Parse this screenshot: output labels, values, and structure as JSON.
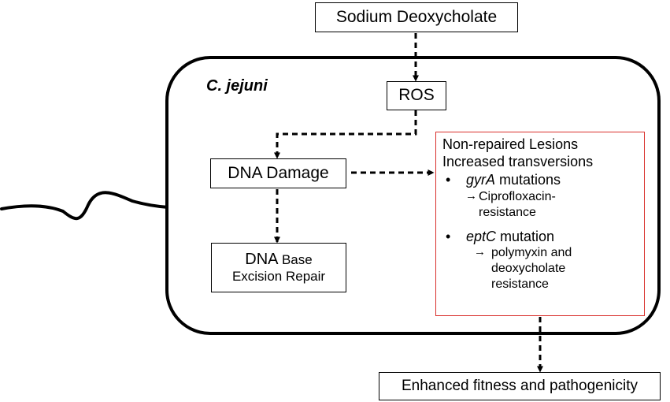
{
  "title_box": "Sodium Deoxycholate",
  "organism_label": "C. jejuni",
  "ros_box": "ROS",
  "dna_damage_box": "DNA Damage",
  "repair_box": {
    "line1_main": "DNA ",
    "line1_small": "Base",
    "line2": "Excision Repair"
  },
  "lesions_box": {
    "line1": "Non-repaired Lesions",
    "line2": "Increased transversions",
    "bullet_symbol": "•",
    "effect_arrow": "→",
    "bullets": [
      {
        "gene": "gyrA",
        "suffix": " mutations",
        "effect_lines": [
          "Ciprofloxacin-",
          "resistance"
        ]
      },
      {
        "gene": "eptC",
        "suffix": " mutation",
        "effect_lines": [
          "polymyxin and",
          "deoxycholate",
          "resistance"
        ]
      }
    ]
  },
  "outcome_box": "Enhanced fitness and pathogenicity",
  "colors": {
    "lesions_border": "#d9302c",
    "arrows": "#000000",
    "outline": "#000000"
  },
  "icons": {
    "arrow_head": "triangle-arrowhead-icon",
    "flagellum": "wavy-flagellum-icon"
  }
}
